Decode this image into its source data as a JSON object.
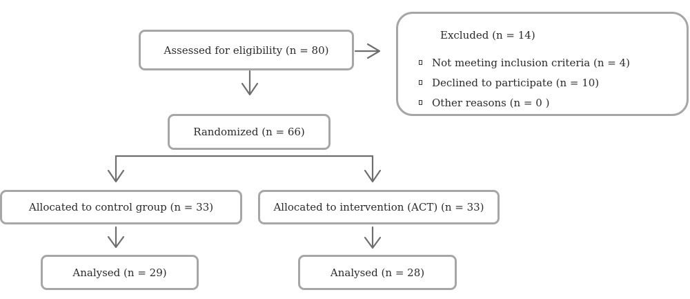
{
  "flowchart": {
    "assessed": "Assessed for eligibility (n = 80)",
    "excluded": {
      "title": "Excluded  (n = 14)",
      "reasons": [
        "Not meeting inclusion criteria  (n = 4)",
        "Declined to participate (n = 10)",
        "Other reasons (n = 0 )"
      ]
    },
    "randomized": "Randomized (n = 66)",
    "control_allocation": "Allocated to control group (n = 33)",
    "intervention_allocation": "Allocated to intervention (ACT) (n = 33)",
    "control_analysed": "Analysed (n = 29)",
    "intervention_analysed": "Analysed  (n = 28)"
  }
}
